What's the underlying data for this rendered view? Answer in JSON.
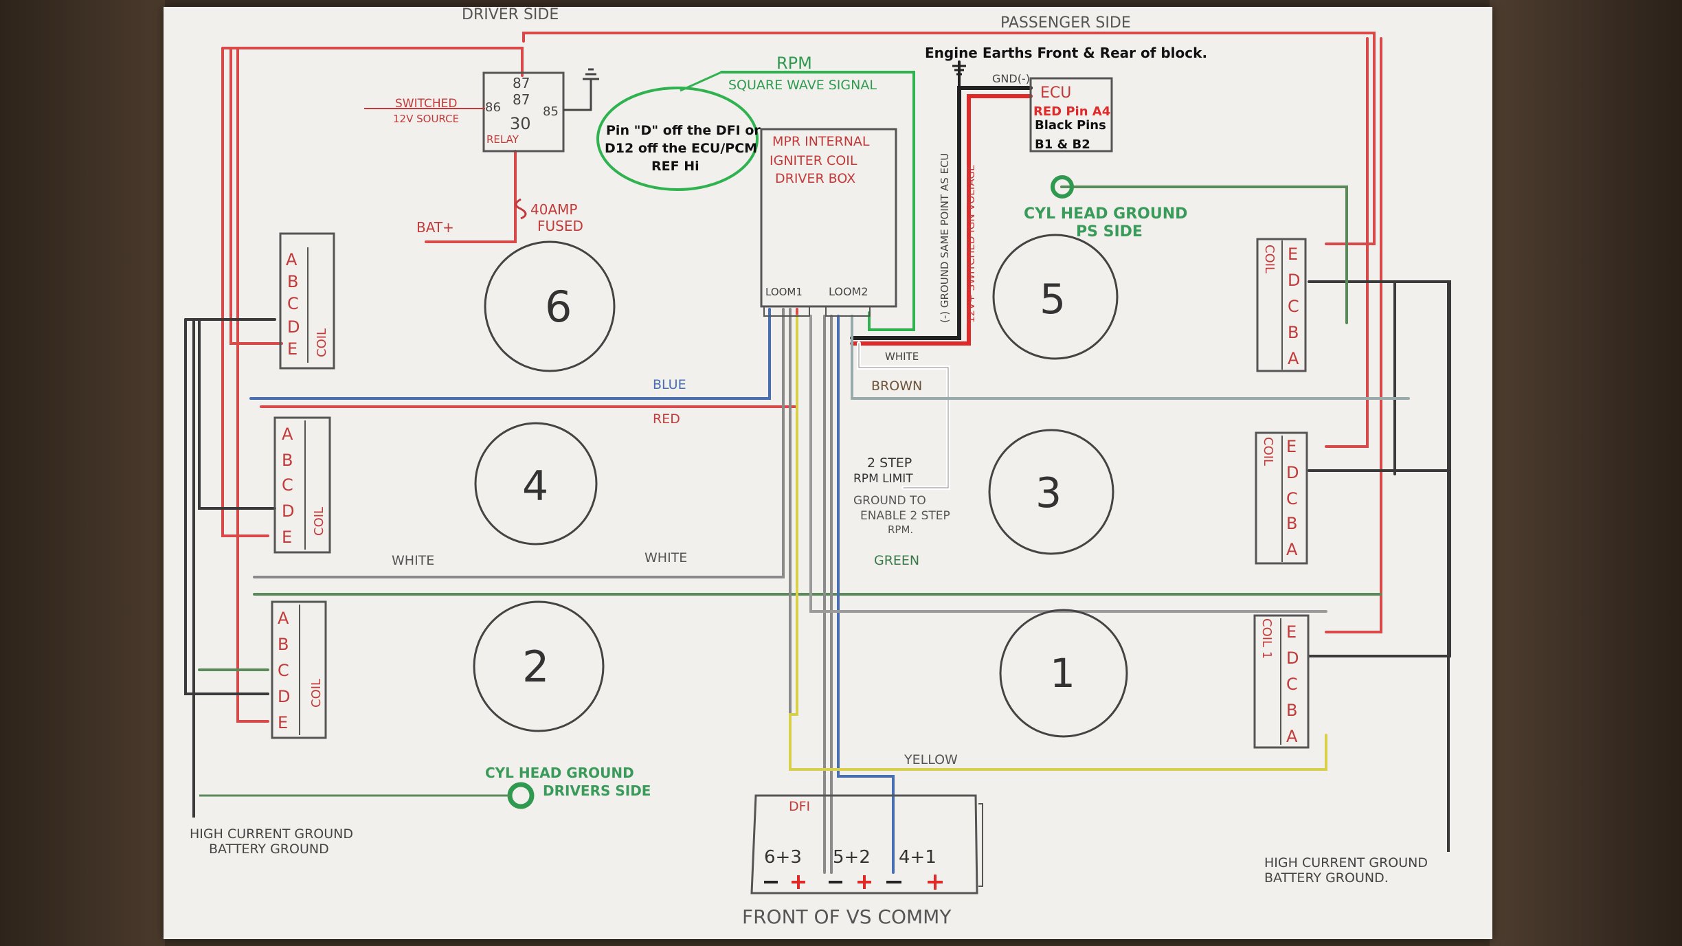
{
  "labels": {
    "driver_side": "DRIVER SIDE",
    "passenger_side": "PASSENGER SIDE",
    "engine_earths": "Engine Earths Front & Rear of block.",
    "rpm": "RPM",
    "square_wave": "SQUARE WAVE SIGNAL",
    "pin_d_note_1": "Pin \"D\" off the DFI or",
    "pin_d_note_2": "D12 off the ECU/PCM",
    "pin_d_note_3": "REF Hi",
    "mpr_1": "MPR INTERNAL",
    "mpr_2": "IGNITER COIL",
    "mpr_3": "DRIVER BOX",
    "loom1": "LOOM1",
    "loom2": "LOOM2",
    "gnd": "GND(-)",
    "ecu": "ECU",
    "red_pin": "RED Pin A4",
    "black_pins_1": "Black Pins",
    "black_pins_2": "B1 & B2",
    "ground_same_point": "(-) GROUND SAME POINT AS ECU",
    "switched_ign": "12V+ SWITCHED IGN VOLTAGE",
    "cyl_head_ps_1": "CYL HEAD GROUND",
    "cyl_head_ps_2": "PS SIDE",
    "cyl_head_ds_1": "CYL HEAD GROUND",
    "cyl_head_ds_2": "DRIVERS SIDE",
    "switched_12v_1": "SWITCHED",
    "switched_12v_2": "12V SOURCE",
    "relay": "RELAY",
    "bat": "BAT+",
    "fused_1": "40AMP",
    "fused_2": "FUSED",
    "blue": "BLUE",
    "red": "RED",
    "white_left": "WHITE",
    "white_mid": "WHITE",
    "white_top": "WHITE",
    "brown": "BROWN",
    "green": "GREEN",
    "yellow": "YELLOW",
    "two_step_1": "2 STEP",
    "two_step_2": "RPM LIMIT",
    "ground_to_1": "GROUND TO",
    "ground_to_2": "ENABLE 2 STEP",
    "ground_to_3": "RPM.",
    "hcg_left_1": "HIGH CURRENT GROUND",
    "hcg_left_2": "BATTERY GROUND",
    "hcg_right_1": "HIGH CURRENT GROUND",
    "hcg_right_2": "BATTERY GROUND.",
    "dfi": "DFI",
    "dfi_63": "6+3",
    "dfi_52": "5+2",
    "dfi_41": "4+1",
    "front": "FRONT OF VS COMMY",
    "coil": "COIL",
    "coil1": "COIL 1"
  },
  "relay_pins": {
    "p87a": "87",
    "p87b": "87",
    "p86": "86",
    "p85": "85",
    "p30": "30"
  },
  "cylinders": {
    "c6": "6",
    "c5": "5",
    "c4": "4",
    "c3": "3",
    "c2": "2",
    "c1": "1"
  },
  "coil_pins_left_top": [
    "A",
    "B",
    "C",
    "D",
    "E"
  ],
  "coil_pins_left_mid": [
    "A",
    "B",
    "C",
    "D",
    "E"
  ],
  "coil_pins_left_bot": [
    "A",
    "B",
    "C",
    "D",
    "E"
  ],
  "coil_pins_right": [
    "E",
    "D",
    "C",
    "B",
    "A"
  ],
  "colors": {
    "red": "#d84a4a",
    "black": "#3a3a3a",
    "green": "#2f9a4f",
    "blue": "#4a6fb0",
    "grey": "#8a8a8a",
    "yellow": "#d8cf4a",
    "pencil": "#555555",
    "ink_red": "#c23a3a"
  }
}
